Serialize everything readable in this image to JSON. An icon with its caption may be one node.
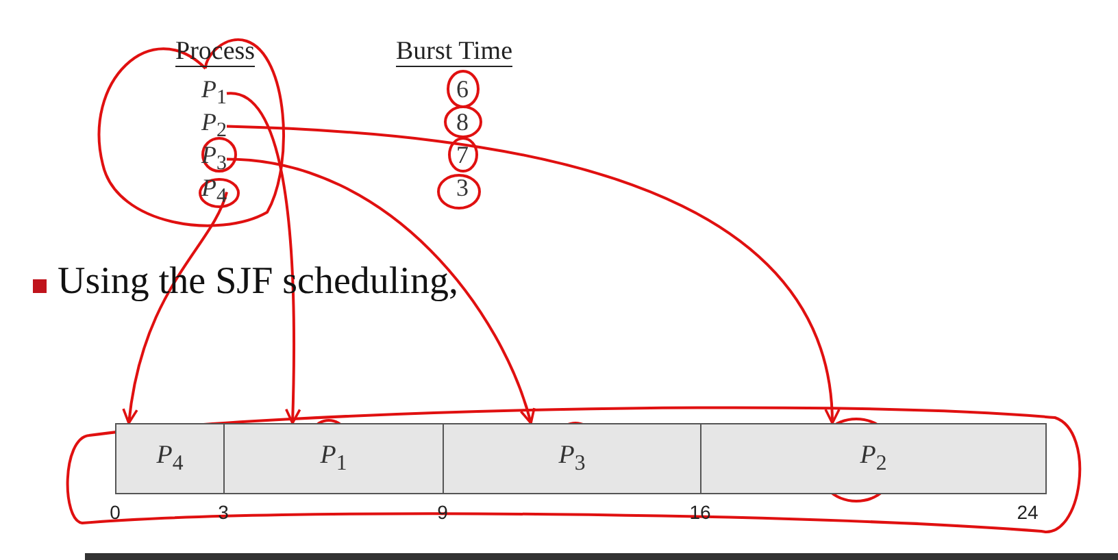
{
  "diagram": {
    "nodes": [
      {
        "text": [
          "*P*$_{1}$"
        ]
      },
      {
        "text": [
          "*P*$_{2}$"
        ]
      },
      {
        "text": [
          "*P*$_{3}$"
        ]
      },
      {
        "text": [
          "*P*$_{4}$"
        ]
      },
      {
        "text": [
          "*P*$_{4}$"
        ]
      },
      {
        "text": [
          "*P*$_{1}$"
        ]
      },
      {
        "text": [
          "*P*$_{3}$"
        ]
      },
      {
        "text": [
          "*P*$_{2}$"
        ]
      }
    ],
    "edges": [
      {
        "from": 0,
        "to": 5,
        "arrow": "to"
      },
      {
        "from": 1,
        "to": 7,
        "arrow": "to"
      },
      {
        "from": 2,
        "to": 6,
        "arrow": "to"
      },
      {
        "from": 3,
        "to": 4,
        "arrow": "to"
      }
    ],
    "labels": [
      "Process",
      "Burst Time",
      "6",
      "8",
      "7",
      "3",
      "Using the SJF scheduling,",
      "0",
      "3",
      "9",
      "16",
      "24"
    ]
  }
}
